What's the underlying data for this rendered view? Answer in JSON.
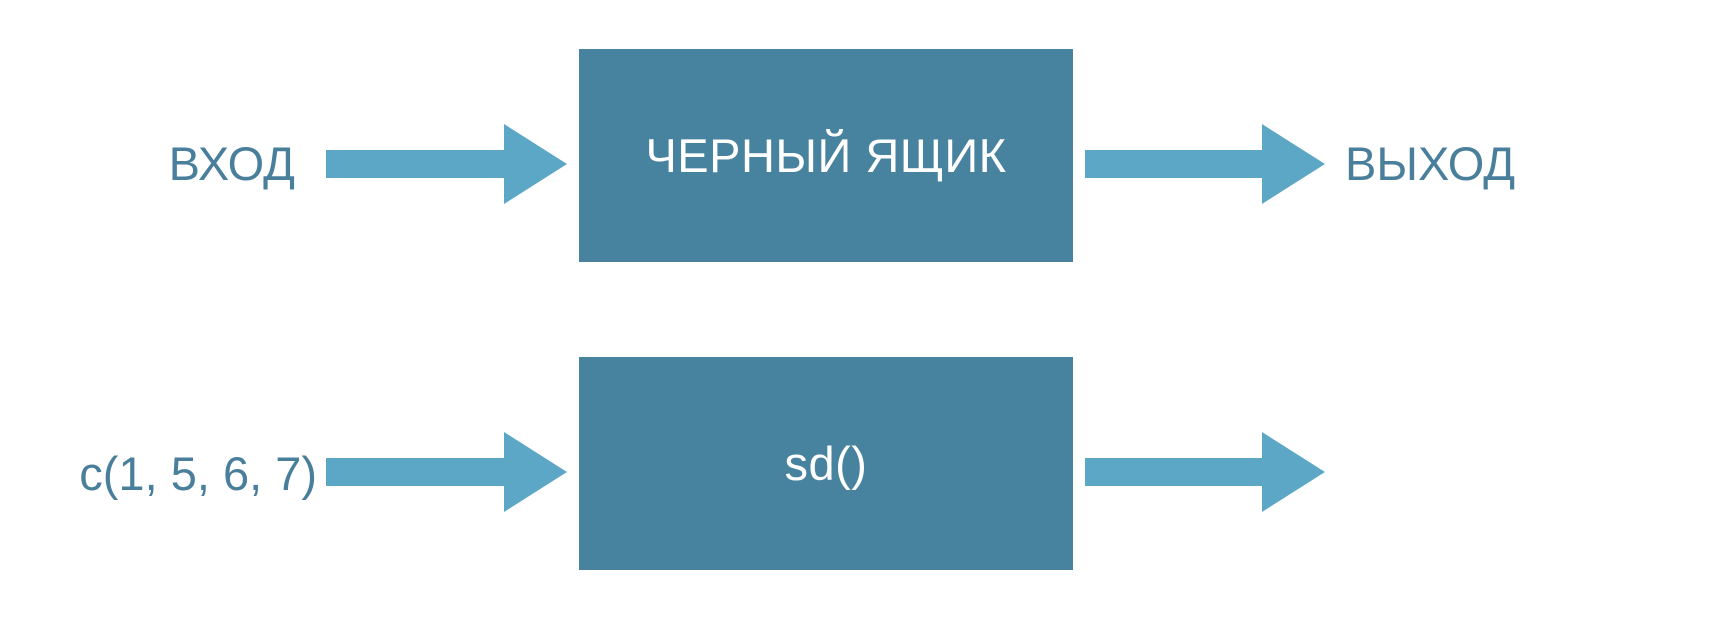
{
  "colors": {
    "box_fill": "#47829F",
    "arrow_fill": "#5DA7C6",
    "label_text": "#4A7F9C",
    "box_text": "#FFFFFF"
  },
  "row1": {
    "input_label": "ВХОД",
    "box_label": "ЧЕРНЫЙ ЯЩИК",
    "output_label": "ВЫХОД"
  },
  "row2": {
    "input_label": "c(1, 5, 6, 7)",
    "box_label": "sd()"
  }
}
